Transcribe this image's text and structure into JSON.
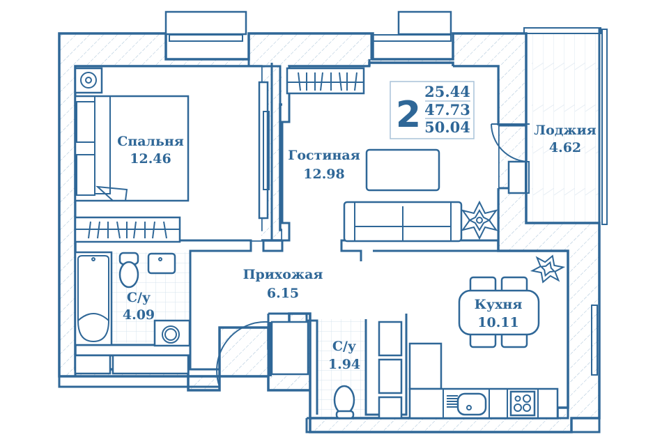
{
  "plan": {
    "type": "apartment-floor-plan",
    "accent_color": "#2f6797",
    "summary": {
      "rooms_count": "2",
      "living_area": "25.44",
      "total_area": "47.73",
      "total_with_loggia": "50.04"
    },
    "rooms": [
      {
        "id": "bedroom",
        "name": "Спальня",
        "area": "12.46"
      },
      {
        "id": "living",
        "name": "Гостиная",
        "area": "12.98"
      },
      {
        "id": "loggia",
        "name": "Лоджия",
        "area": "4.62"
      },
      {
        "id": "bathroom-main",
        "name": "С/у",
        "area": "4.09"
      },
      {
        "id": "hallway",
        "name": "Прихожая",
        "area": "6.15"
      },
      {
        "id": "bathroom-small",
        "name": "С/у",
        "area": "1.94"
      },
      {
        "id": "kitchen",
        "name": "Кухня",
        "area": "10.11"
      }
    ],
    "furniture_icons": [
      "bed-icon",
      "wardrobe-icon",
      "sofa-icon",
      "rug-icon",
      "plant-icon",
      "bathtub-icon",
      "toilet-icon",
      "sink-icon",
      "washing-machine-icon",
      "dining-table-icon",
      "chair-icon",
      "stove-icon",
      "kitchen-sink-icon",
      "fridge-icon",
      "window-icon",
      "door-icon"
    ]
  }
}
